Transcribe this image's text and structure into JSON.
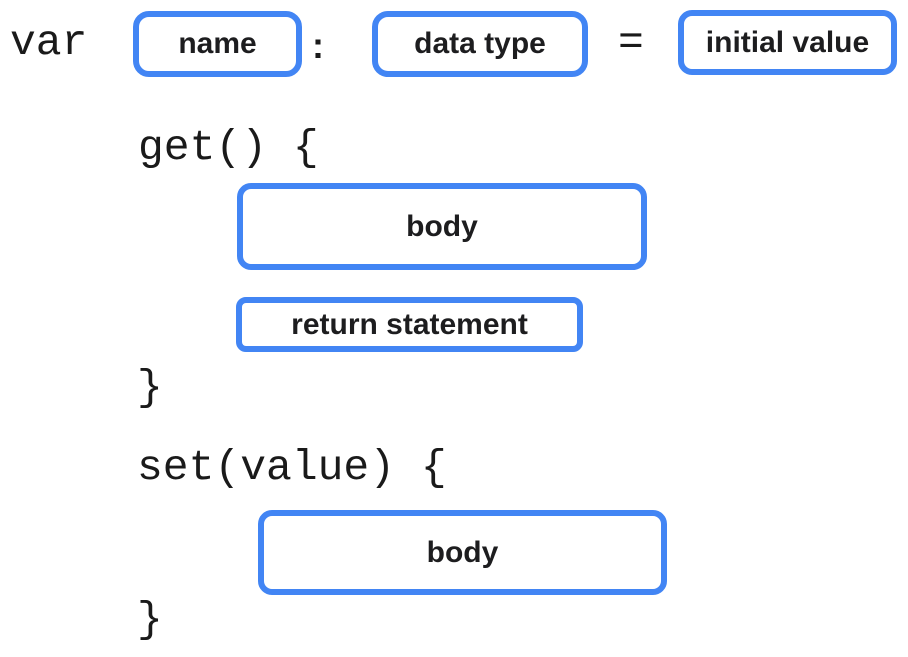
{
  "diagram": {
    "description": "Syntax diagram of a variable declaration with getter and setter",
    "colors": {
      "accent_blue": "#4285F4",
      "text_dark": "#1d1d1f",
      "background": "#ffffff"
    },
    "declaration": {
      "keyword": "var",
      "colon": ":",
      "equals": "=",
      "name_placeholder": "name",
      "data_type_placeholder": "data type",
      "initial_value_placeholder": "initial value"
    },
    "getter": {
      "signature": "get() {",
      "body_placeholder": "body",
      "return_placeholder": "return statement",
      "closing_brace": "}"
    },
    "setter": {
      "signature": "set(value) {",
      "body_placeholder": "body",
      "closing_brace": "}"
    }
  }
}
